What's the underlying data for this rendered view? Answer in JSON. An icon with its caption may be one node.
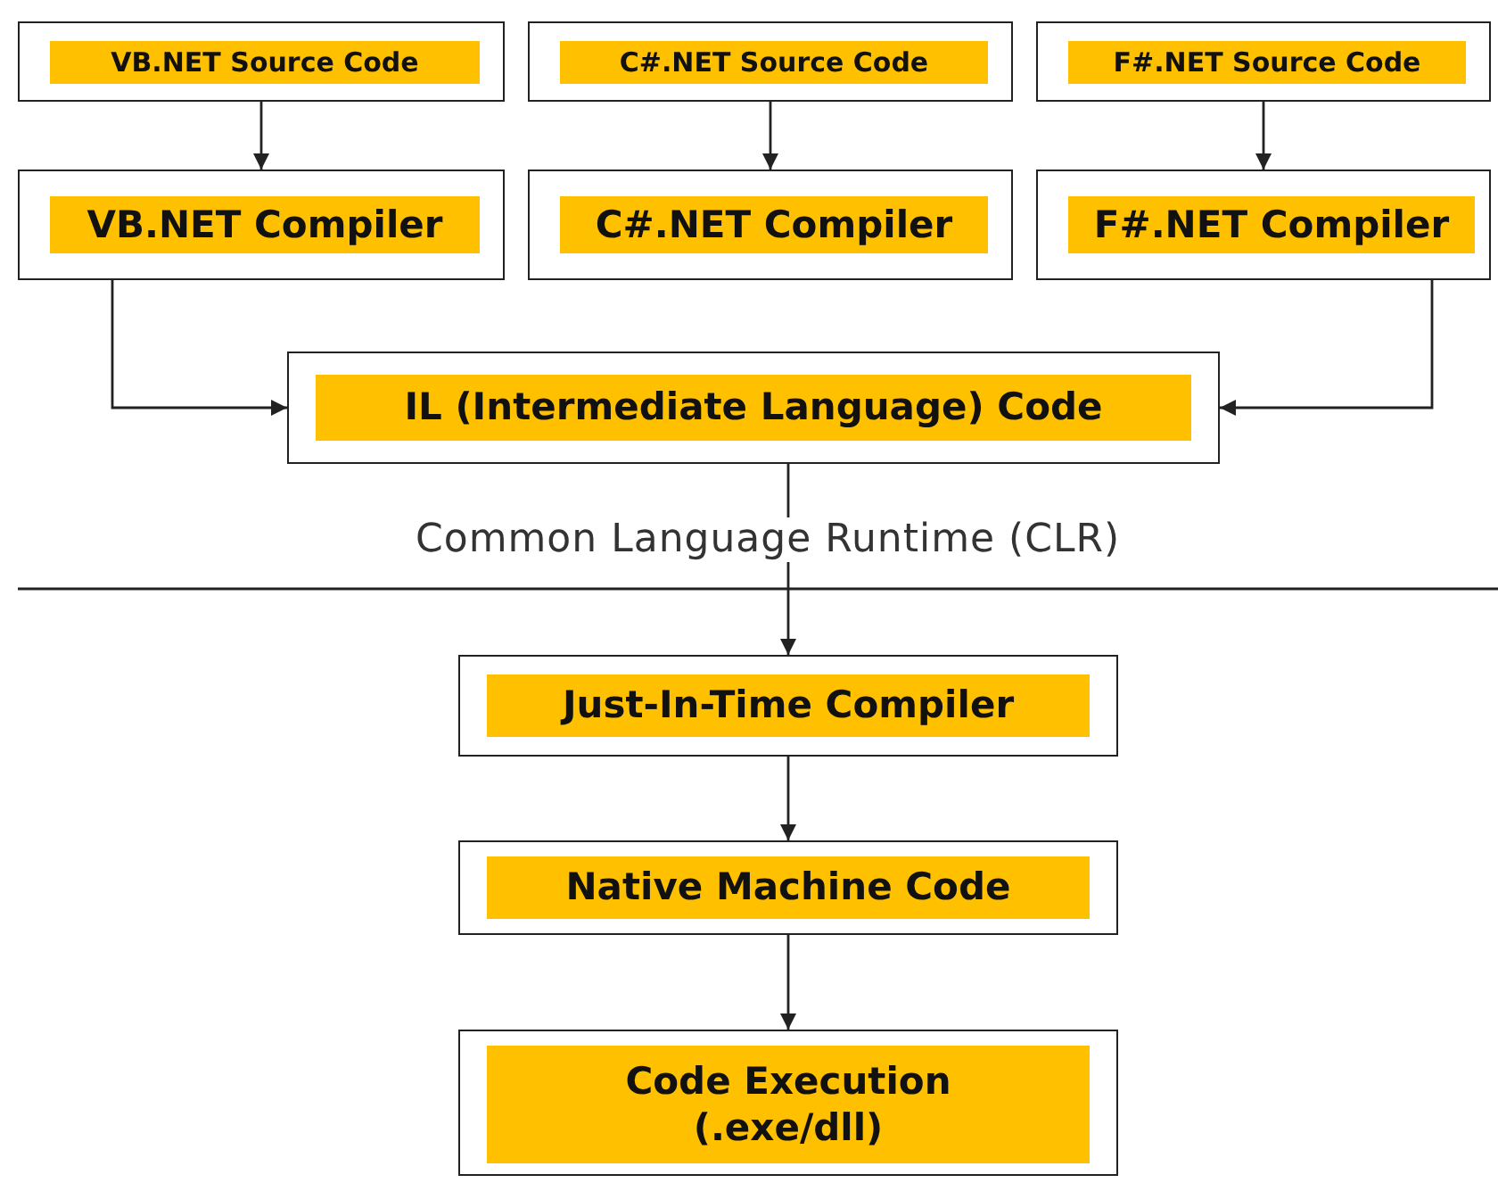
{
  "diagram": {
    "nodes": [
      {
        "text": [
          "VB.NET Source Code"
        ]
      },
      {
        "text": [
          "C#.NET Source Code"
        ]
      },
      {
        "text": [
          "F#.NET Source Code"
        ]
      },
      {
        "text": [
          "VB.NET Compiler"
        ]
      },
      {
        "text": [
          "C#.NET Compiler"
        ]
      },
      {
        "text": [
          "F#.NET Compiler"
        ]
      },
      {
        "text": [
          "IL (Intermediate Language) Code"
        ]
      },
      {
        "text": [
          "Just-In-Time Compiler"
        ]
      },
      {
        "text": [
          "Native Machine Code"
        ]
      },
      {
        "text": [
          "Code Execution (.exe/dll)"
        ]
      }
    ],
    "edges": [
      {
        "from": 0,
        "to": 3,
        "arrow": "to"
      },
      {
        "from": 1,
        "to": 4,
        "arrow": "to"
      },
      {
        "from": 2,
        "to": 5,
        "arrow": "to"
      },
      {
        "from": 3,
        "to": 6,
        "arrow": "to"
      },
      {
        "from": 5,
        "to": 6,
        "arrow": "to"
      },
      {
        "from": 6,
        "to": 7,
        "arrow": "to"
      },
      {
        "from": 7,
        "to": 8,
        "arrow": "to"
      },
      {
        "from": 8,
        "to": 9,
        "arrow": "to"
      }
    ],
    "labels": [
      "Common Language Runtime (CLR)"
    ]
  }
}
